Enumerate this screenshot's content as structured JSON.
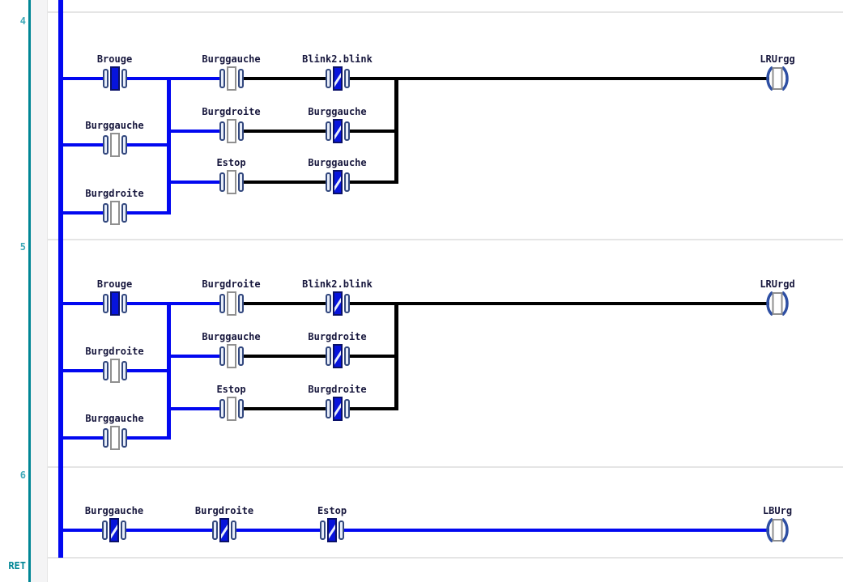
{
  "margin": {
    "return_label": "RET"
  },
  "colors": {
    "live_wire": "#0208f0",
    "off_wire": "#000000",
    "power_rail": "#0208f0",
    "active_contact_fill": "#0714dc",
    "rung_number": "#3fa9b8",
    "return_marker": "#008695",
    "margin_line": "#008695",
    "label_text": "#17173d"
  },
  "rungs": [
    {
      "number": "4",
      "branch_contacts": [
        {
          "label": "Brouge",
          "negated": false,
          "active": true
        },
        {
          "label": "Burggauche",
          "negated": false,
          "active": false
        },
        {
          "label": "Burgdroite",
          "negated": false,
          "active": false
        }
      ],
      "rows": [
        {
          "contacts": [
            {
              "label": "Burggauche",
              "negated": false,
              "active": false
            },
            {
              "label": "Blink2.blink",
              "negated": true,
              "active": true
            }
          ]
        },
        {
          "contacts": [
            {
              "label": "Burgdroite",
              "negated": false,
              "active": false
            },
            {
              "label": "Burggauche",
              "negated": true,
              "active": true
            }
          ]
        },
        {
          "contacts": [
            {
              "label": "Estop",
              "negated": false,
              "active": false
            },
            {
              "label": "Burggauche",
              "negated": true,
              "active": true
            }
          ]
        }
      ],
      "coil": {
        "label": "LRUrgg",
        "energized": false
      }
    },
    {
      "number": "5",
      "branch_contacts": [
        {
          "label": "Brouge",
          "negated": false,
          "active": true
        },
        {
          "label": "Burgdroite",
          "negated": false,
          "active": false
        },
        {
          "label": "Burggauche",
          "negated": false,
          "active": false
        }
      ],
      "rows": [
        {
          "contacts": [
            {
              "label": "Burgdroite",
              "negated": false,
              "active": false
            },
            {
              "label": "Blink2.blink",
              "negated": true,
              "active": true
            }
          ]
        },
        {
          "contacts": [
            {
              "label": "Burggauche",
              "negated": false,
              "active": false
            },
            {
              "label": "Burgdroite",
              "negated": true,
              "active": true
            }
          ]
        },
        {
          "contacts": [
            {
              "label": "Estop",
              "negated": false,
              "active": false
            },
            {
              "label": "Burgdroite",
              "negated": true,
              "active": true
            }
          ]
        }
      ],
      "coil": {
        "label": "LRUrgd",
        "energized": false
      }
    },
    {
      "number": "6",
      "series_contacts": [
        {
          "label": "Burggauche",
          "negated": true,
          "active": true
        },
        {
          "label": "Burgdroite",
          "negated": true,
          "active": true
        },
        {
          "label": "Estop",
          "negated": true,
          "active": true
        }
      ],
      "coil": {
        "label": "LBUrg",
        "energized": true
      }
    }
  ]
}
